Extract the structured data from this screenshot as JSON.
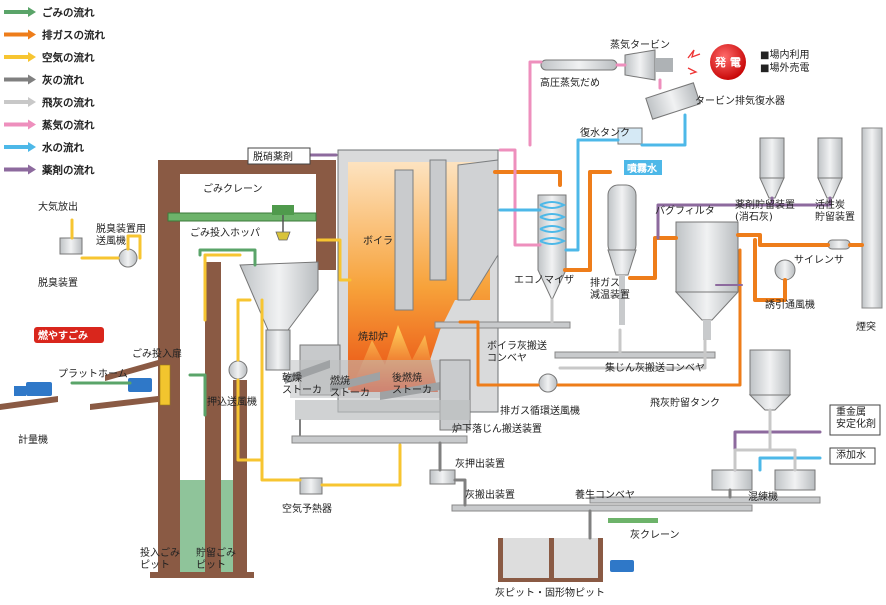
{
  "legend": [
    {
      "label": "ごみの流れ",
      "color": "#5aa469"
    },
    {
      "label": "排ガスの流れ",
      "color": "#ee7d1a"
    },
    {
      "label": "空気の流れ",
      "color": "#f7c531"
    },
    {
      "label": "灰の流れ",
      "color": "#808080"
    },
    {
      "label": "飛灰の流れ",
      "color": "#c8c8c8"
    },
    {
      "label": "蒸気の流れ",
      "color": "#ee8fbd"
    },
    {
      "label": "水の流れ",
      "color": "#4db8e8"
    },
    {
      "label": "薬剤の流れ",
      "color": "#8d6a9e"
    }
  ],
  "badges": {
    "generation": "発 電",
    "burnable": "燃やすごみ",
    "spray_water": "噴霧水"
  },
  "power_uses": [
    "■場内利用",
    "■場外売電"
  ],
  "labels": {
    "steam_turbine": "蒸気タービン",
    "hp_steam_header": "高圧蒸気だめ",
    "turbine_condenser": "タービン排気復水器",
    "condensate_tank": "復水タンク",
    "denox_chemical": "脱硝薬剤",
    "garbage_crane": "ごみクレーン",
    "atmos_release": "大気放出",
    "deodor_fan": "脱臭装置用\n送風機",
    "deodorizer": "脱臭装置",
    "hopper": "ごみ投入ホッパ",
    "boiler": "ボイラ",
    "economizer": "エコノマイザ",
    "gas_cooler": "排ガス\n減温装置",
    "bag_filter": "バグフィルタ",
    "chem_storage": "薬剤貯留装置\n(消石灰)",
    "carbon_storage": "活性炭\n貯留装置",
    "silencer": "サイレンサ",
    "stack": "煙突",
    "induced_fan": "誘引通風機",
    "dump_door": "ごみ投入扉",
    "platform": "プラットホーム",
    "weighbridge": "計量機",
    "furnace": "焼却炉",
    "forced_fan": "押込送風機",
    "dry_stoker": "乾燥\nストーカ",
    "burn_stoker": "燃焼\nストーカ",
    "after_stoker": "後燃焼\nストーカ",
    "boiler_ash_conv": "ボイラ灰搬送\nコンベヤ",
    "dust_conv": "集じん灰搬送コンベヤ",
    "recirc_fan": "排ガス循環送風機",
    "fly_ash_tank": "飛灰貯留タンク",
    "heavy_metal": "重金属\n安定化剤",
    "add_water": "添加水",
    "siftings_conv": "炉下落じん搬送装置",
    "ash_pusher": "灰押出装置",
    "ash_conveyor": "灰搬出装置",
    "curing_conv": "養生コンベヤ",
    "kneader": "混練機",
    "ash_crane": "灰クレーン",
    "air_preheater": "空気予熱器",
    "receiving_pit": "投入ごみ\nピット",
    "storage_pit": "貯留ごみ\nピット",
    "ash_pit": "灰ピット・固形物ピット"
  }
}
